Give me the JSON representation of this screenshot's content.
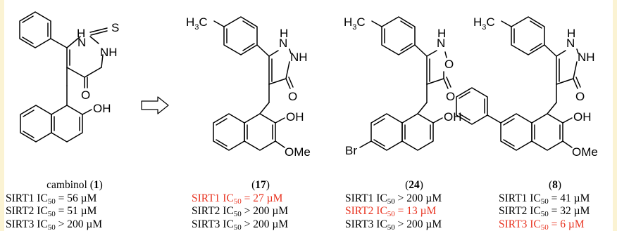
{
  "atoms": {
    "N": "N",
    "NH": "NH",
    "H": "H",
    "S": "S",
    "O": "O",
    "OH": "OH",
    "OMe": "OMe",
    "Br": "Br",
    "H3C_main": "H",
    "H3C_sub": "3",
    "H3C_tail": "C"
  },
  "compounds": [
    {
      "name": "cambinol (",
      "id": "1",
      "close": ")",
      "rows": [
        {
          "pre": "SIRT1 IC",
          "sub": "50",
          "post": " = 56 µM",
          "hl": false
        },
        {
          "pre": "SIRT2 IC",
          "sub": "50",
          "post": " = 51 µM",
          "hl": false
        },
        {
          "pre": "SIRT3 IC",
          "sub": "50",
          "post": " > 200 µM",
          "hl": false
        }
      ]
    },
    {
      "name": "(",
      "id": "17",
      "close": ")",
      "rows": [
        {
          "pre": "SIRT1 IC",
          "sub": "50",
          "post": " = 27 µM",
          "hl": true
        },
        {
          "pre": "SIRT2 IC",
          "sub": "50",
          "post": " > 200 µM",
          "hl": false
        },
        {
          "pre": "SIRT3 IC",
          "sub": "50",
          "post": " > 200 µM",
          "hl": false
        }
      ]
    },
    {
      "name": "(",
      "id": "24",
      "close": ")",
      "rows": [
        {
          "pre": "SIRT1 IC",
          "sub": "50",
          "post": " > 200 µM",
          "hl": false
        },
        {
          "pre": "SIRT2 IC",
          "sub": "50",
          "post": " = 13 µM",
          "hl": true
        },
        {
          "pre": "SIRT3 IC",
          "sub": "50",
          "post": " > 200 µM",
          "hl": false
        }
      ]
    },
    {
      "name": "(",
      "id": "8",
      "close": ")",
      "rows": [
        {
          "pre": "SIRT1 IC",
          "sub": "50",
          "post": " = 41 µM",
          "hl": false
        },
        {
          "pre": "SIRT2 IC",
          "sub": "50",
          "post": " = 32 µM",
          "hl": false
        },
        {
          "pre": "SIRT3 IC",
          "sub": "50",
          "post": " = 6 µM",
          "hl": true
        }
      ]
    }
  ],
  "colors": {
    "highlight": "#e8321f",
    "frame": "#fbf3d3"
  }
}
